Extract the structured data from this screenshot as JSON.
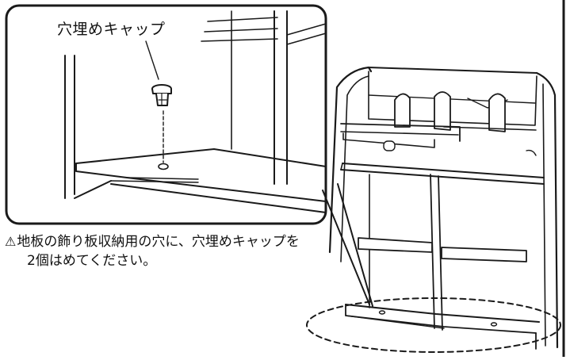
{
  "callout": {
    "label": "穴埋めキャップ"
  },
  "caution": {
    "icon": "warning-triangle-icon",
    "mark": "⚠",
    "line1": "地板の飾り板収納用の穴に、穴埋めキャップを",
    "line2": "2個はめてください。"
  },
  "colors": {
    "line": "#1a1a1a",
    "background": "#ffffff"
  }
}
